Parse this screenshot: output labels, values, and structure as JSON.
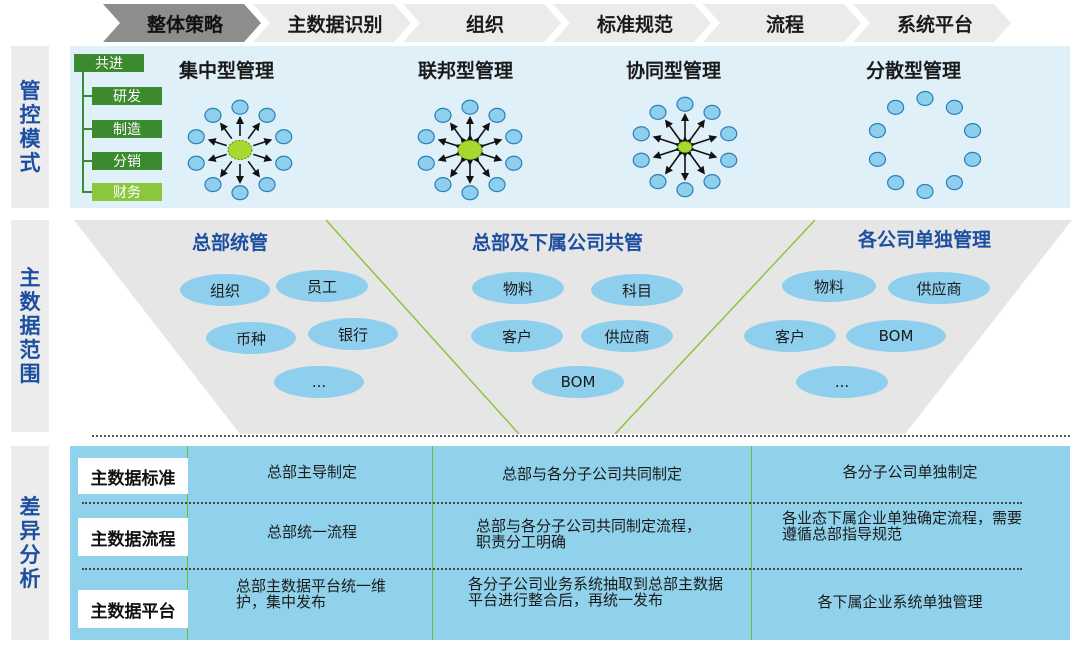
{
  "tabs": [
    "整体策略",
    "主数据识别",
    "组织",
    "标准规范",
    "流程",
    "系统平台"
  ],
  "side_labels": {
    "control": "管控模式",
    "scope": "主数据范围",
    "analysis": "差异分析"
  },
  "legend": [
    "共进",
    "研发",
    "制造",
    "分销",
    "财务"
  ],
  "modes": [
    "集中型管理",
    "联邦型管理",
    "协同型管理",
    "分散型管理"
  ],
  "scope": {
    "groups": [
      {
        "title": "总部统管",
        "items": [
          "组织",
          "员工",
          "币种",
          "银行",
          "..."
        ]
      },
      {
        "title": "总部及下属公司共管",
        "items": [
          "物料",
          "科目",
          "客户",
          "供应商",
          "BOM"
        ]
      },
      {
        "title": "各公司单独管理",
        "items": [
          "物料",
          "供应商",
          "客户",
          "BOM",
          "..."
        ]
      }
    ]
  },
  "analysis": {
    "rows": [
      {
        "label": "主数据标准",
        "cells": [
          "总部主导制定",
          "总部与各分子公司共同制定",
          "各分子公司单独制定"
        ]
      },
      {
        "label": "主数据流程",
        "cells": [
          "总部统一流程",
          "总部与各分子公司共同制定流程，职责分工明确",
          "各业态下属企业单独确定流程，需要遵循总部指导规范"
        ]
      },
      {
        "label": "主数据平台",
        "cells": [
          "总部主数据平台统一维护，集中发布",
          "各分子公司业务系统抽取到总部主数据平台进行整合后，再统一发布",
          "各下属企业系统单独管理"
        ]
      }
    ]
  },
  "colors": {
    "tab_active": "#8d8d8d",
    "tab": "#ebebeb",
    "side_text": "#1c4fa0",
    "band_light": "#dff0f8",
    "band_table": "#90d2ec",
    "ellipse": "#8fcfee",
    "hub": "#a6d82e",
    "legend_dark": "#3b8a2e",
    "legend_light": "#8cc63f"
  }
}
